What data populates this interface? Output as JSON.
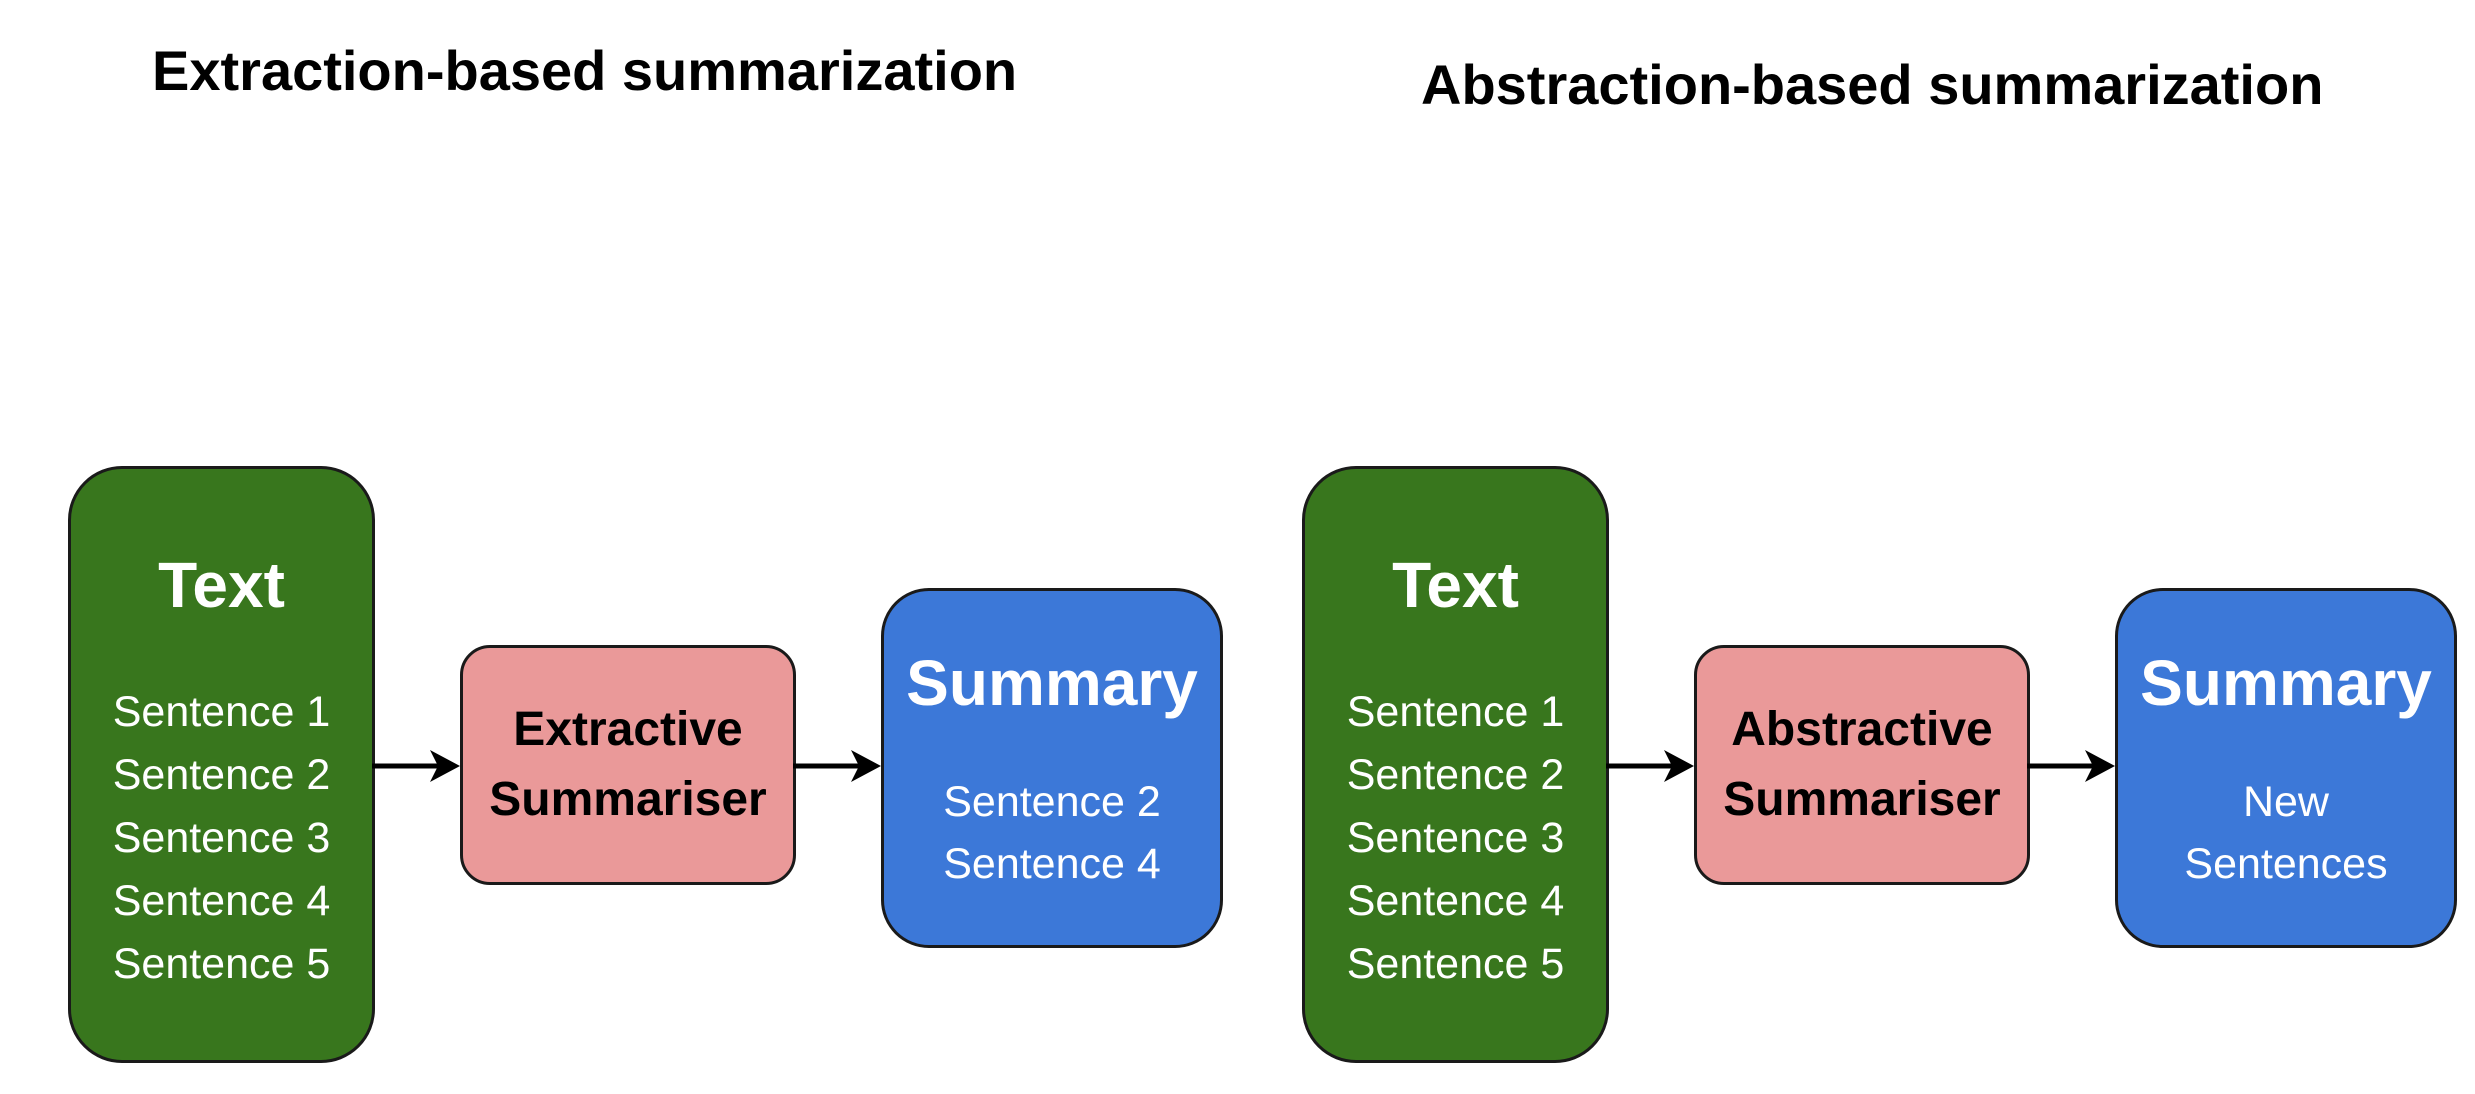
{
  "panels": [
    {
      "title": "Extraction-based summarization",
      "text_box": {
        "heading": "Text",
        "sentences": [
          "Sentence 1",
          "Sentence 2",
          "Sentence 3",
          "Sentence 4",
          "Sentence 5"
        ]
      },
      "summarizer": {
        "line1": "Extractive",
        "line2": "Summariser"
      },
      "summary": {
        "heading": "Summary",
        "lines": [
          "Sentence 2",
          "Sentence 4"
        ]
      }
    },
    {
      "title": "Abstraction-based summarization",
      "text_box": {
        "heading": "Text",
        "sentences": [
          "Sentence 1",
          "Sentence 2",
          "Sentence 3",
          "Sentence 4",
          "Sentence 5"
        ]
      },
      "summarizer": {
        "line1": "Abstractive",
        "line2": "Summariser"
      },
      "summary": {
        "heading": "Summary",
        "lines": [
          "New",
          "Sentences"
        ]
      }
    }
  ],
  "colors": {
    "text_box": "#38761d",
    "summarizer_box": "#ea9999",
    "summary_box": "#3c78d8",
    "arrow": "#000000"
  }
}
